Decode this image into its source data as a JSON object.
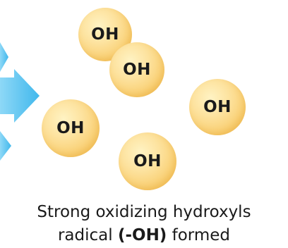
{
  "molecules": [
    {
      "label": "OH"
    },
    {
      "label": "OH"
    },
    {
      "label": "OH"
    },
    {
      "label": "OH"
    },
    {
      "label": "OH"
    }
  ],
  "caption": {
    "line1": "Strong oxidizing hydroxyls",
    "line2_prefix": "radical ",
    "line2_bold": "(-OH)",
    "line2_suffix": " formed"
  },
  "colors": {
    "arrow": "#4fc3f0",
    "molecule": "#f9cf72",
    "text": "#1a1a1a"
  },
  "icons": [
    "arrow-right-icon",
    "arrow-right-icon",
    "arrow-right-icon"
  ]
}
